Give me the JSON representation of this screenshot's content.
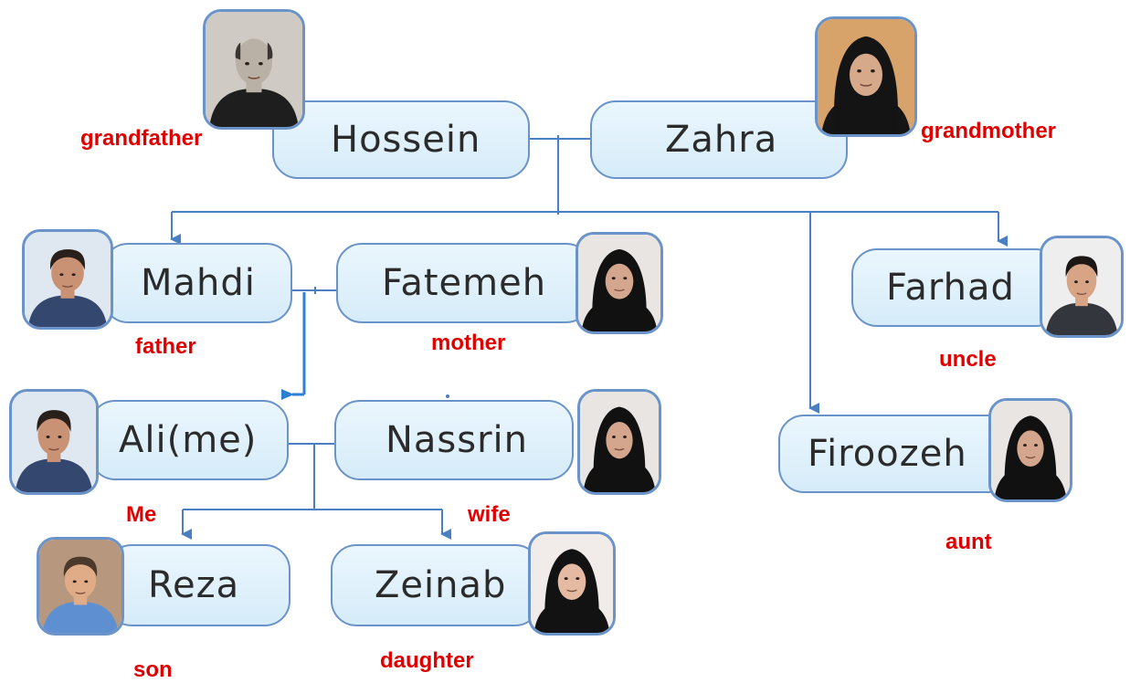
{
  "people": [
    {
      "id": "hossein",
      "name": "Hossein",
      "role": "grandfather",
      "photo": "elderly-man-portrait-icon"
    },
    {
      "id": "zahra",
      "name": "Zahra",
      "role": "grandmother",
      "photo": "elderly-woman-portrait-icon"
    },
    {
      "id": "mahdi",
      "name": "Mahdi",
      "role": "father",
      "photo": "man-portrait-icon"
    },
    {
      "id": "fatemeh",
      "name": "Fatemeh",
      "role": "mother",
      "photo": "woman-hijab-portrait-icon"
    },
    {
      "id": "farhad",
      "name": "Farhad",
      "role": "uncle",
      "photo": "young-man-portrait-icon"
    },
    {
      "id": "ali",
      "name": "Ali(me)",
      "role": "Me",
      "photo": "man-portrait-icon"
    },
    {
      "id": "nassrin",
      "name": "Nassrin",
      "role": "wife",
      "photo": "woman-hijab-portrait-icon"
    },
    {
      "id": "firoozeh",
      "name": "Firoozeh",
      "role": "aunt",
      "photo": "woman-hijab-portrait-icon"
    },
    {
      "id": "reza",
      "name": "Reza",
      "role": "son",
      "photo": "boy-portrait-icon"
    },
    {
      "id": "zeinab",
      "name": "Zeinab",
      "role": "daughter",
      "photo": "girl-hijab-portrait-icon"
    }
  ],
  "colors": {
    "box_fill": "#dcefff",
    "box_border": "#6a93c9",
    "connector": "#4a7fc1",
    "role_text": "#e00000"
  }
}
